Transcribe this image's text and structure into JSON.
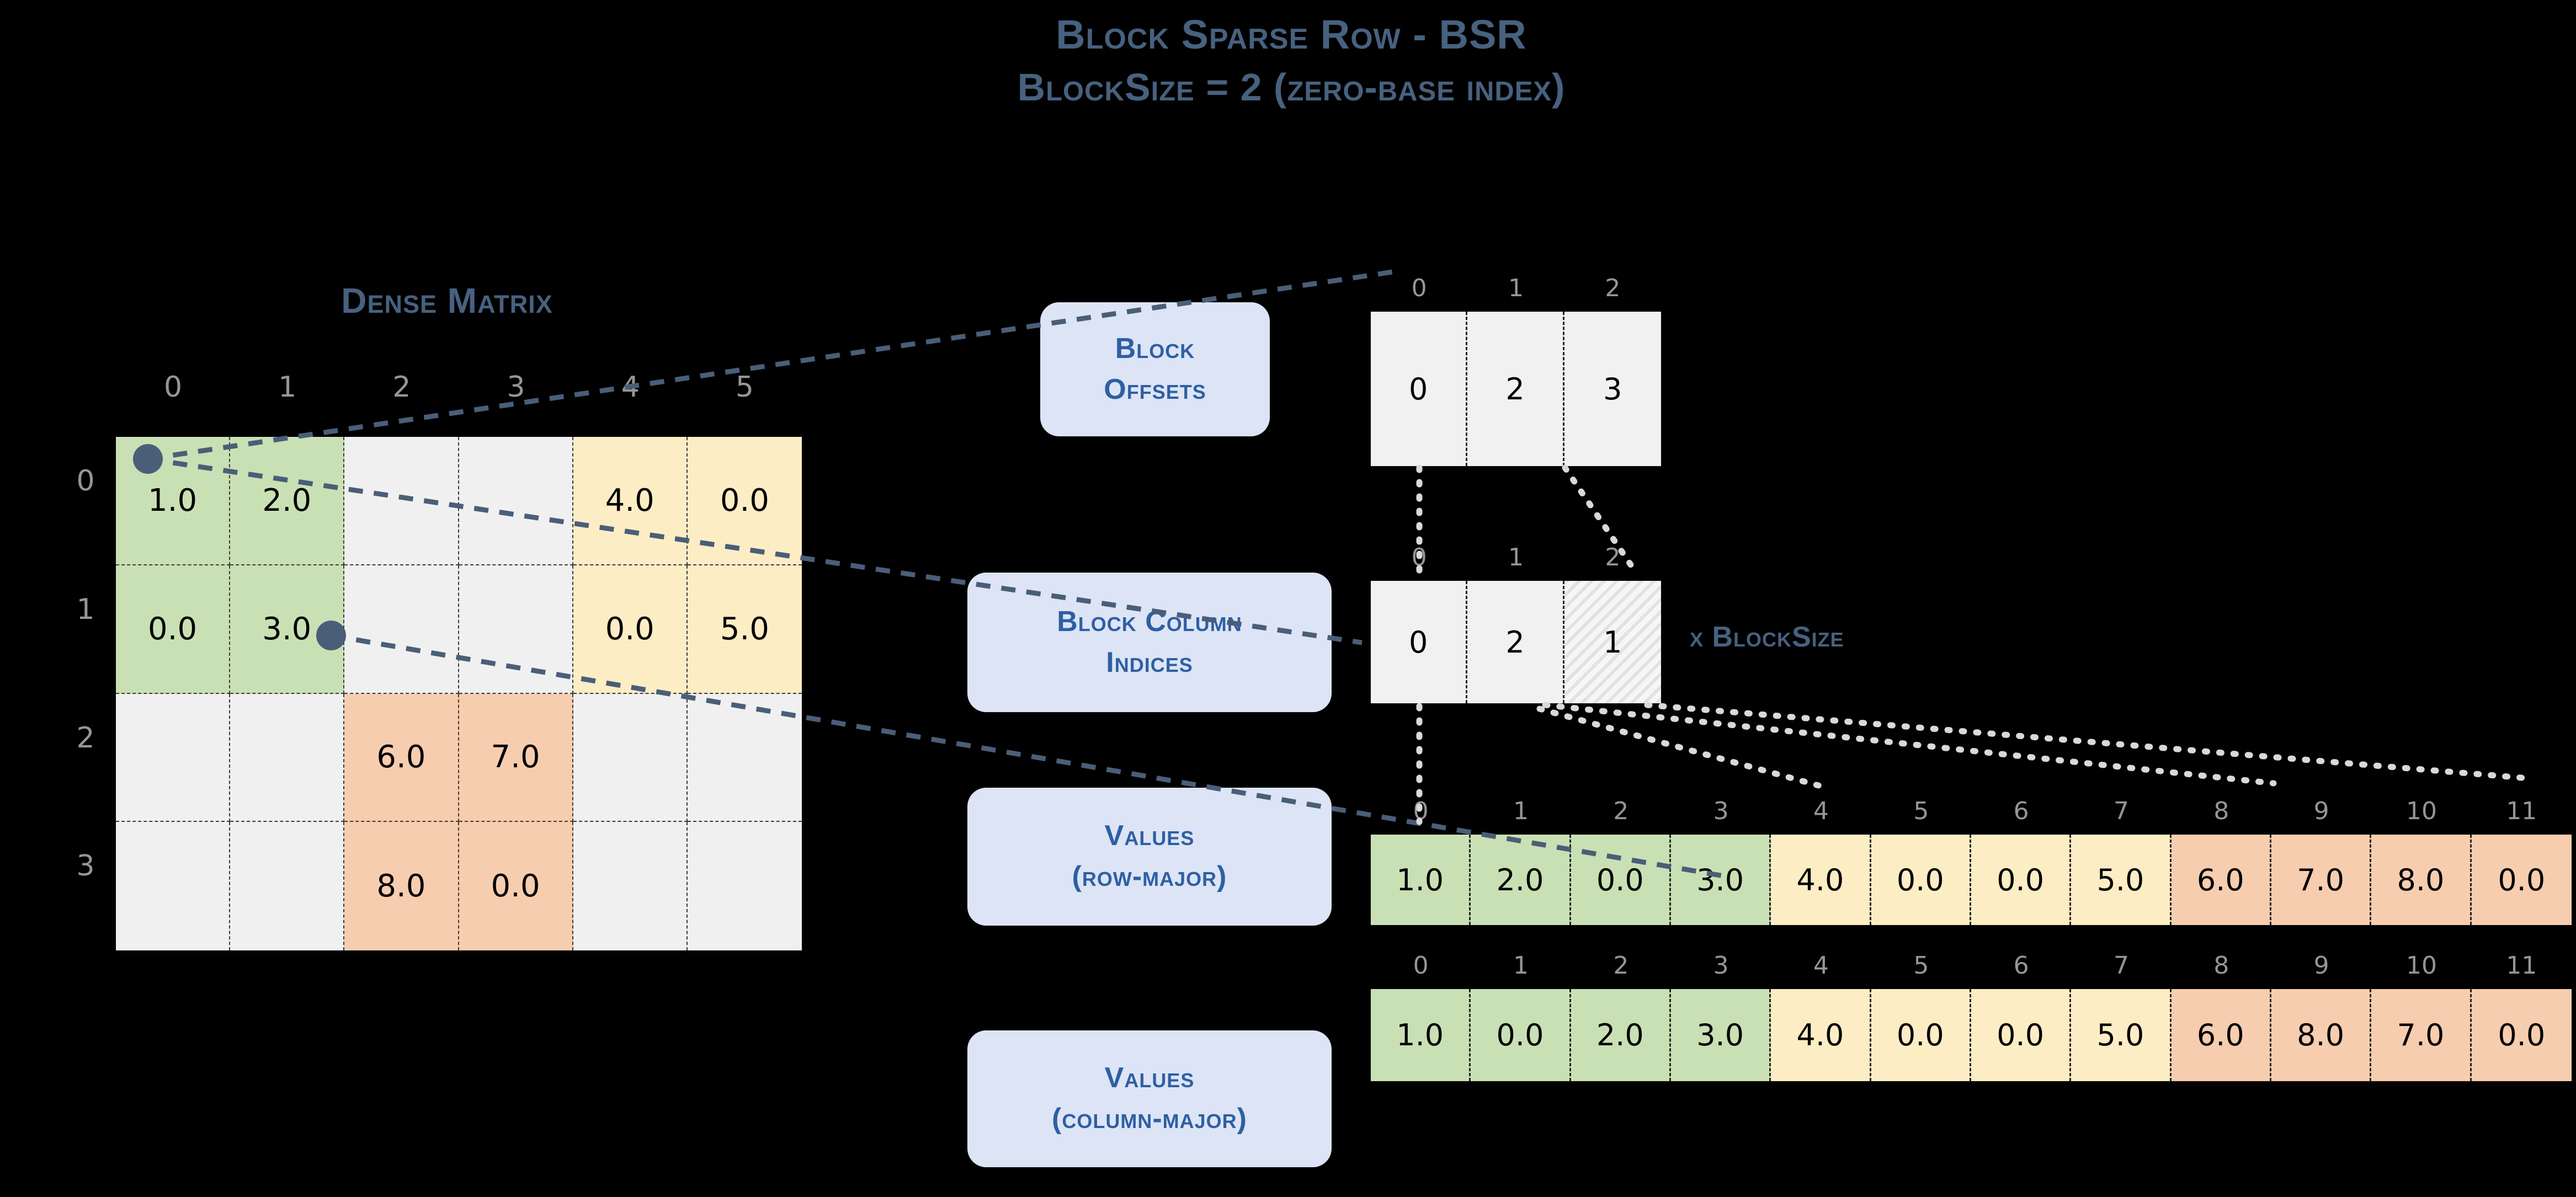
{
  "title": {
    "line1": "Block Sparse Row - BSR",
    "line2": "BlockSize = 2 (zero-base index)"
  },
  "dense_matrix": {
    "heading": "Dense Matrix",
    "col_headers": [
      "0",
      "1",
      "2",
      "3",
      "4",
      "5"
    ],
    "row_headers": [
      "0",
      "1",
      "2",
      "3"
    ],
    "rows": [
      [
        {
          "v": "1.0",
          "c": "green"
        },
        {
          "v": "2.0",
          "c": "green"
        },
        {
          "v": "",
          "c": "empty"
        },
        {
          "v": "",
          "c": "empty"
        },
        {
          "v": "4.0",
          "c": "yellow"
        },
        {
          "v": "0.0",
          "c": "yellow"
        }
      ],
      [
        {
          "v": "0.0",
          "c": "green"
        },
        {
          "v": "3.0",
          "c": "green"
        },
        {
          "v": "",
          "c": "empty"
        },
        {
          "v": "",
          "c": "empty"
        },
        {
          "v": "0.0",
          "c": "yellow"
        },
        {
          "v": "5.0",
          "c": "yellow"
        }
      ],
      [
        {
          "v": "",
          "c": "empty"
        },
        {
          "v": "",
          "c": "empty"
        },
        {
          "v": "6.0",
          "c": "orange"
        },
        {
          "v": "7.0",
          "c": "orange"
        },
        {
          "v": "",
          "c": "empty"
        },
        {
          "v": "",
          "c": "empty"
        }
      ],
      [
        {
          "v": "",
          "c": "empty"
        },
        {
          "v": "",
          "c": "empty"
        },
        {
          "v": "8.0",
          "c": "orange"
        },
        {
          "v": "0.0",
          "c": "orange"
        },
        {
          "v": "",
          "c": "empty"
        },
        {
          "v": "",
          "c": "empty"
        }
      ]
    ]
  },
  "block_offsets": {
    "label_line1": "Block",
    "label_line2": "Offsets",
    "indices": [
      "0",
      "1",
      "2"
    ],
    "cells": [
      {
        "v": "0",
        "c": "plain"
      },
      {
        "v": "2",
        "c": "plain"
      },
      {
        "v": "3",
        "c": "plain"
      }
    ]
  },
  "block_column_indices": {
    "label_line1": "Block Column",
    "label_line2": "Indices",
    "indices": [
      "0",
      "1",
      "2"
    ],
    "cells": [
      {
        "v": "0",
        "c": "plain"
      },
      {
        "v": "2",
        "c": "plain"
      },
      {
        "v": "1",
        "c": "hatch"
      }
    ],
    "note": "x BlockSize"
  },
  "values_row_major": {
    "label_line1": "Values",
    "label_line2": "(row-major)",
    "indices": [
      "0",
      "1",
      "2",
      "3",
      "4",
      "5",
      "6",
      "7",
      "8",
      "9",
      "10",
      "11"
    ],
    "cells": [
      {
        "v": "1.0",
        "c": "green"
      },
      {
        "v": "2.0",
        "c": "green"
      },
      {
        "v": "0.0",
        "c": "green"
      },
      {
        "v": "3.0",
        "c": "green"
      },
      {
        "v": "4.0",
        "c": "yellow"
      },
      {
        "v": "0.0",
        "c": "yellow"
      },
      {
        "v": "0.0",
        "c": "yellow"
      },
      {
        "v": "5.0",
        "c": "yellow"
      },
      {
        "v": "6.0",
        "c": "orange"
      },
      {
        "v": "7.0",
        "c": "orange"
      },
      {
        "v": "8.0",
        "c": "orange"
      },
      {
        "v": "0.0",
        "c": "orange"
      }
    ]
  },
  "values_column_major": {
    "label_line1": "Values",
    "label_line2": "(column-major)",
    "indices": [
      "0",
      "1",
      "2",
      "3",
      "4",
      "5",
      "6",
      "7",
      "8",
      "9",
      "10",
      "11"
    ],
    "cells": [
      {
        "v": "1.0",
        "c": "green"
      },
      {
        "v": "0.0",
        "c": "green"
      },
      {
        "v": "2.0",
        "c": "green"
      },
      {
        "v": "3.0",
        "c": "green"
      },
      {
        "v": "4.0",
        "c": "yellow"
      },
      {
        "v": "0.0",
        "c": "yellow"
      },
      {
        "v": "0.0",
        "c": "yellow"
      },
      {
        "v": "5.0",
        "c": "yellow"
      },
      {
        "v": "6.0",
        "c": "orange"
      },
      {
        "v": "8.0",
        "c": "orange"
      },
      {
        "v": "7.0",
        "c": "orange"
      },
      {
        "v": "0.0",
        "c": "orange"
      }
    ]
  },
  "colors": {
    "background": "#000000",
    "title": "#47617f",
    "pill_bg": "#dce4f5",
    "pill_text": "#2e5fa3",
    "green": "#c9e0b4",
    "yellow": "#fcedc5",
    "orange": "#f7cdaf",
    "empty": "#f0f0f0",
    "index_text": "#969696",
    "connector_dashed": "#4a5e78",
    "connector_dotted": "#d9d9d9"
  }
}
